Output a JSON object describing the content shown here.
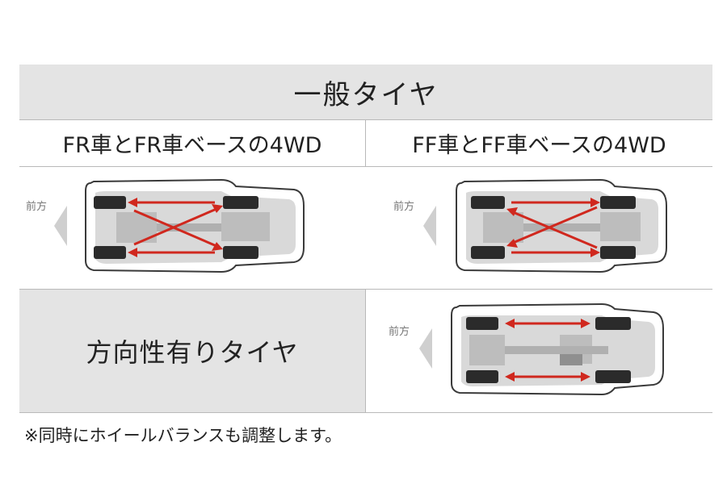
{
  "header": {
    "title": "一般タイヤ"
  },
  "columns": [
    {
      "label": "FR車とFR車ベースの4WD"
    },
    {
      "label": "FF車とFF車ベースの4WD"
    }
  ],
  "rows": [
    {
      "label": "方向性有りタイヤ"
    }
  ],
  "direction_label": "前方",
  "footnote": "※同時にホイールバランスも調整します。",
  "colors": {
    "arrow": "#d0281e",
    "tire": "#2b2b2b",
    "car_body": "#d9d9d9",
    "header_bg": "#e4e4e4"
  },
  "icons": [
    "front-direction-arrow-icon",
    "car-chassis-icon",
    "tire-icon"
  ]
}
